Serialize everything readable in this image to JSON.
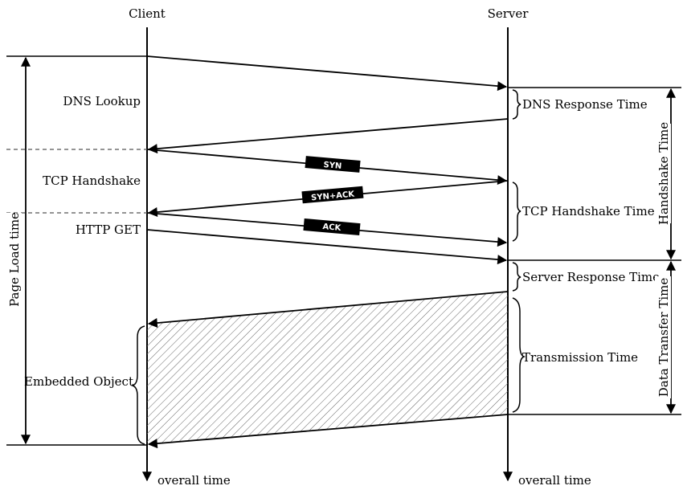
{
  "participants": {
    "client": "Client",
    "server": "Server"
  },
  "client_phases": {
    "dns_lookup": "DNS Lookup",
    "tcp_handshake": "TCP Handshake",
    "http_get": "HTTP GET",
    "embedded_object": "Embedded Object"
  },
  "server_times": {
    "dns_response": "DNS Response Time",
    "tcp_handshake": "TCP Handshake Time",
    "server_response": "Server Response Time",
    "transmission": "Transmission Time"
  },
  "packets": {
    "syn": "SYN",
    "syn_ack": "SYN+ACK",
    "ack": "ACK"
  },
  "spans": {
    "page_load": "Page Load time",
    "handshake": "Handshake Time",
    "data_transfer": "Data Transfer Time"
  },
  "axis": {
    "client_time": "overall time",
    "server_time": "overall time"
  }
}
